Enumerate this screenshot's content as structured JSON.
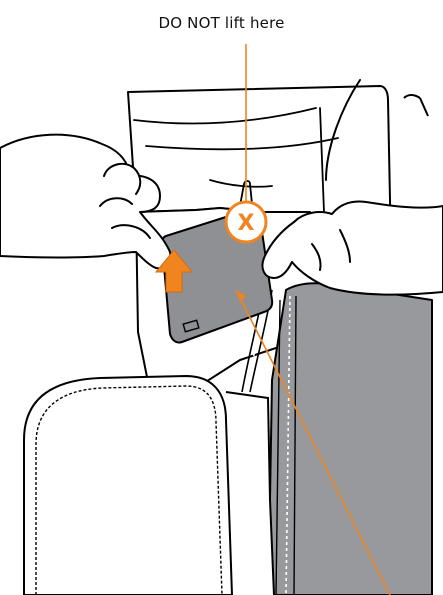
{
  "callout": {
    "text": "DO NOT lift here",
    "marker": "X"
  },
  "icons": {
    "x_marker": "do-not-lift-marker",
    "lift_arrow": "up-arrow"
  },
  "colors": {
    "accent": "#F0841E",
    "pad_fill": "#8E9093",
    "panel_fill": "#97999C",
    "outline": "#000000"
  }
}
